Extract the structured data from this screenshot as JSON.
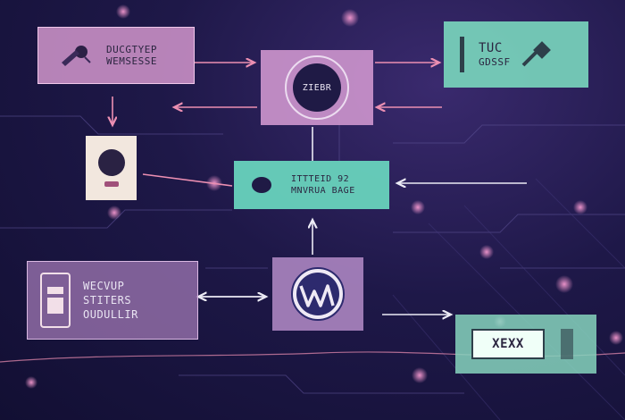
{
  "colors": {
    "background": "#1e1848",
    "pink_node": "#c891c6",
    "teal_node": "#67d3bd",
    "mint_node": "#86d4bd",
    "arrow_pink": "#ec8fb2",
    "arrow_white": "#ecebf5",
    "accent_dark": "#1f1a45"
  },
  "nodes": {
    "top_left": {
      "line1": "DUCGTYEP",
      "line2": "WEMSESSE",
      "icon": "pen-icon"
    },
    "center_top": {
      "label": "ZIEBR",
      "icon": "ring-badge-icon"
    },
    "top_right": {
      "line1": "TUC",
      "line2": "GDSSF",
      "icon": "plug-icon"
    },
    "left_small": {
      "icon": "globe-icon"
    },
    "center_mid": {
      "line1": "ITTTEID 92",
      "line2": "MNVRUA BAGE",
      "icon": "camera-icon"
    },
    "bottom_left": {
      "line1": "WECVUP",
      "line2": "STITERS",
      "line3": "OUDULLIR",
      "icon": "phone-icon"
    },
    "bottom_center": {
      "icon": "wordpress-logo"
    },
    "bottom_right": {
      "label": "XEXX",
      "icon": "badge-icon"
    }
  }
}
